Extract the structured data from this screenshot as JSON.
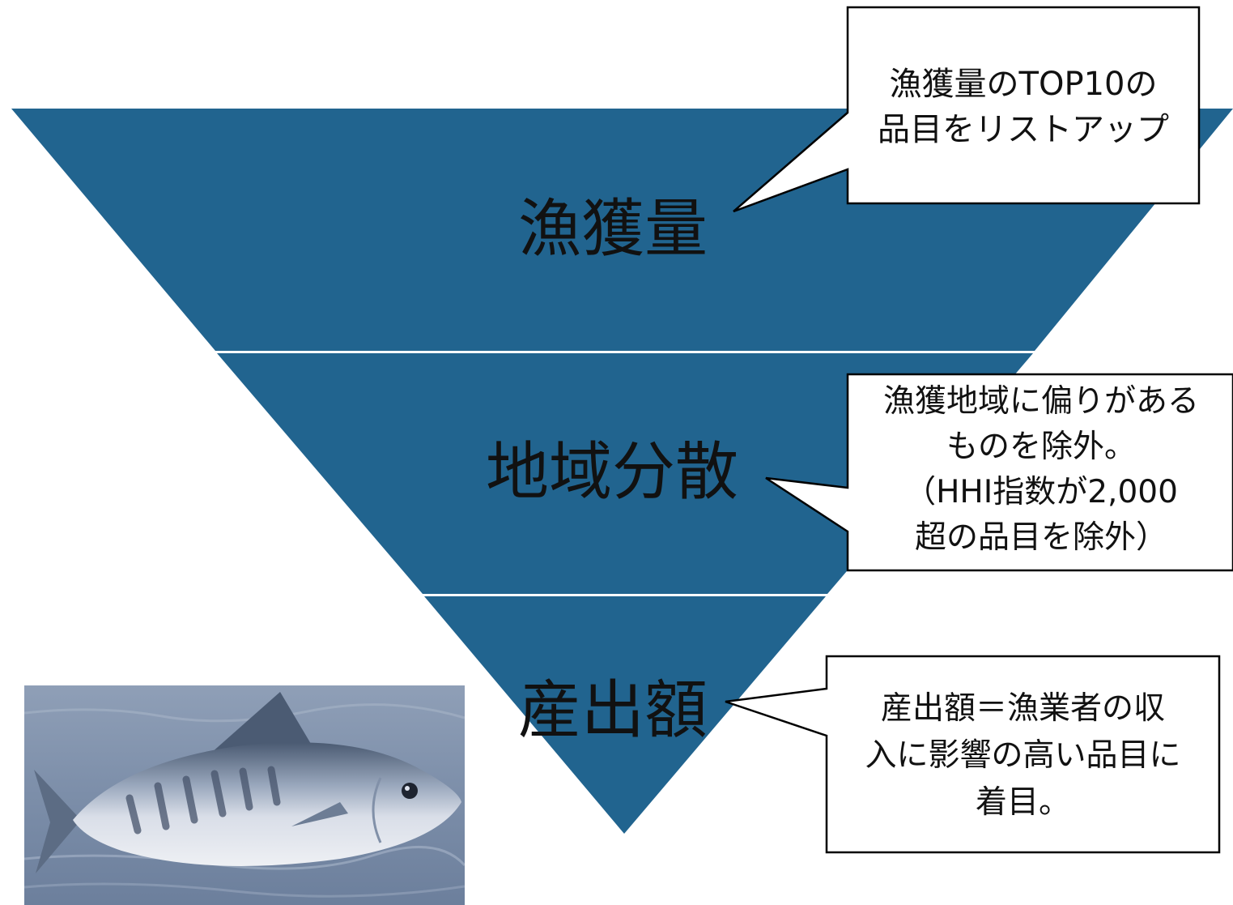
{
  "colors": {
    "funnel_fill": "#21648F",
    "separator": "#ffffff",
    "callout_fill": "#ffffff",
    "callout_border": "#000000",
    "text": "#111111"
  },
  "tiers": [
    {
      "label": "漁獲量"
    },
    {
      "label": "地域分散"
    },
    {
      "label": "産出額"
    }
  ],
  "callouts": [
    {
      "lines": [
        "漁獲量のTOP10の",
        "品目をリストアップ"
      ]
    },
    {
      "lines": [
        "漁獲地域に偏りがある",
        "ものを除外。",
        "（HHI指数が2,000",
        "超の品目を除外）"
      ]
    },
    {
      "lines": [
        "産出額＝漁業者の収",
        "入に影響の高い品目に",
        "着目。"
      ]
    }
  ],
  "photo": {
    "subject": "skipjack-tuna-photo"
  }
}
